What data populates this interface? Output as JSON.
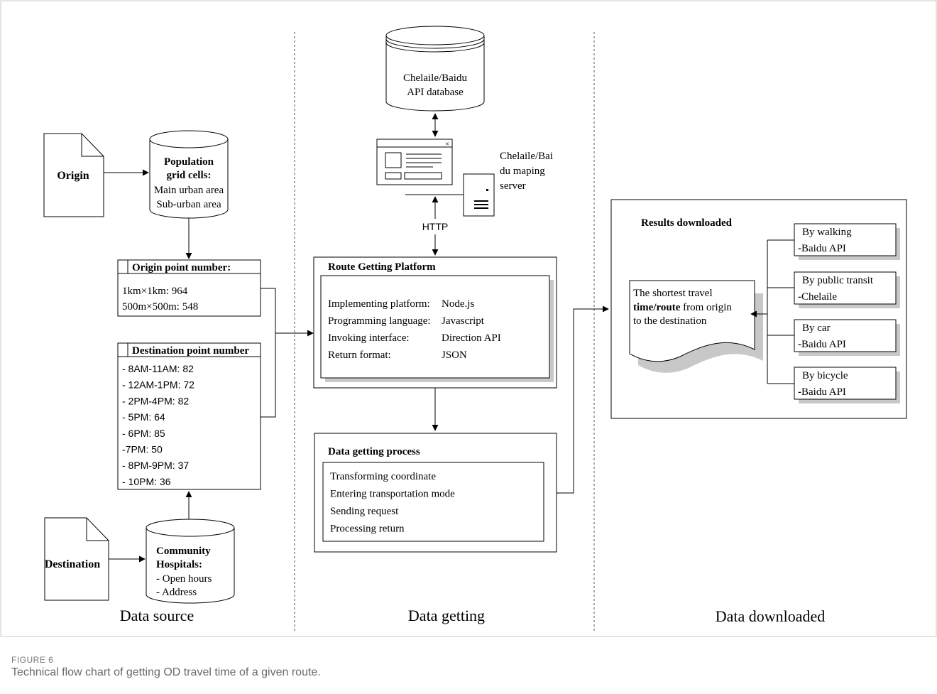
{
  "source": {
    "origin_label": "Origin",
    "population_title_1": "Population",
    "population_title_2": "grid cells:",
    "population_line_1": "Main urban area",
    "population_line_2": "Sub-urban area",
    "origin_box_title": "Origin point number:",
    "origin_items": [
      "1km×1km: 964",
      "500m×500m: 548"
    ],
    "dest_box_title": "Destination point number",
    "dest_items": [
      "- 8AM-11AM: 82",
      "- 12AM-1PM: 72",
      "- 2PM-4PM: 82",
      "- 5PM: 64",
      "- 6PM: 85",
      "-7PM: 50",
      "- 8PM-9PM: 37",
      "- 10PM: 36"
    ],
    "destination_label": "Destination",
    "hospital_title_1": "Community",
    "hospital_title_2": "Hospitals:",
    "hospital_line_1": "- Open hours",
    "hospital_line_2": "- Address",
    "section_title": "Data source"
  },
  "getting": {
    "db_line_1": "Chelaile/Baidu",
    "db_line_2": "API database",
    "server_line_1": "Chelaile/Bai",
    "server_line_2": "du maping",
    "server_line_3": "server",
    "window_close": "×",
    "http_label": "HTTP",
    "platform_title": "Route Getting Platform",
    "platform_rows": [
      {
        "key": "Implementing platform:",
        "value": "Node.js"
      },
      {
        "key": "Programming language:",
        "value": "Javascript"
      },
      {
        "key": "Invoking interface:",
        "value": "Direction API"
      },
      {
        "key": "Return format:",
        "value": "JSON"
      }
    ],
    "process_title": "Data getting process",
    "process_steps": [
      "Transforming coordinate",
      "Entering transportation mode",
      "Sending request",
      "Processing return"
    ],
    "section_title": "Data getting"
  },
  "downloaded": {
    "results_title": "Results downloaded",
    "doc_line_1": "The shortest travel",
    "doc_line_2_bold": "time/route",
    "doc_line_2_rest": " from origin",
    "doc_line_3": "to the destination",
    "modes": [
      {
        "mode": "By walking",
        "api": "Baidu API"
      },
      {
        "mode": "By public transit",
        "api": "Chelaile"
      },
      {
        "mode": "By car",
        "api": "Baidu API"
      },
      {
        "mode": "By bicycle",
        "api": "Baidu API"
      }
    ],
    "api_prefix": "-",
    "section_title": "Data downloaded"
  },
  "caption": {
    "label": "FIGURE 6",
    "text": "Technical flow chart of getting OD travel time of a given route."
  }
}
